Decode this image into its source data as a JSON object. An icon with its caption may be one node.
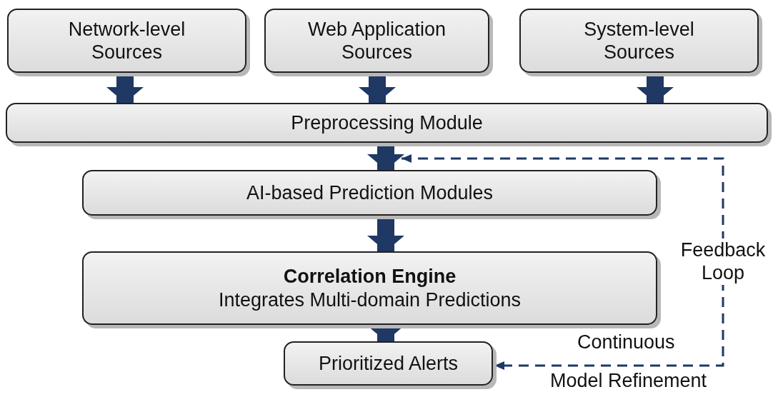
{
  "diagram": {
    "nodes": [
      {
        "text": [
          "Network-level Sources"
        ]
      },
      {
        "text": [
          "Web Application Sources"
        ]
      },
      {
        "text": [
          "System-level Sources"
        ]
      },
      {
        "text": [
          "Preprocessing Module"
        ]
      },
      {
        "text": [
          "AI-based Prediction Modules"
        ]
      },
      {
        "text": [
          "Correlation Engine",
          "Integrates Multi-domain Predictions"
        ]
      },
      {
        "text": [
          "Prioritized Alerts"
        ]
      }
    ],
    "edges": [
      {
        "from": 0,
        "to": 3,
        "arrow": "to"
      },
      {
        "from": 1,
        "to": 3,
        "arrow": "to"
      },
      {
        "from": 2,
        "to": 3,
        "arrow": "to"
      },
      {
        "from": 3,
        "to": 4,
        "arrow": "to"
      },
      {
        "from": 4,
        "to": 5,
        "arrow": "to"
      },
      {
        "from": 5,
        "to": 6,
        "arrow": "to"
      },
      {
        "from": 4,
        "to": 6,
        "arrow": "both",
        "style": "dashed",
        "label": "Feedback Loop"
      }
    ],
    "labels": [
      "Continuous",
      "Model Refinement"
    ]
  }
}
